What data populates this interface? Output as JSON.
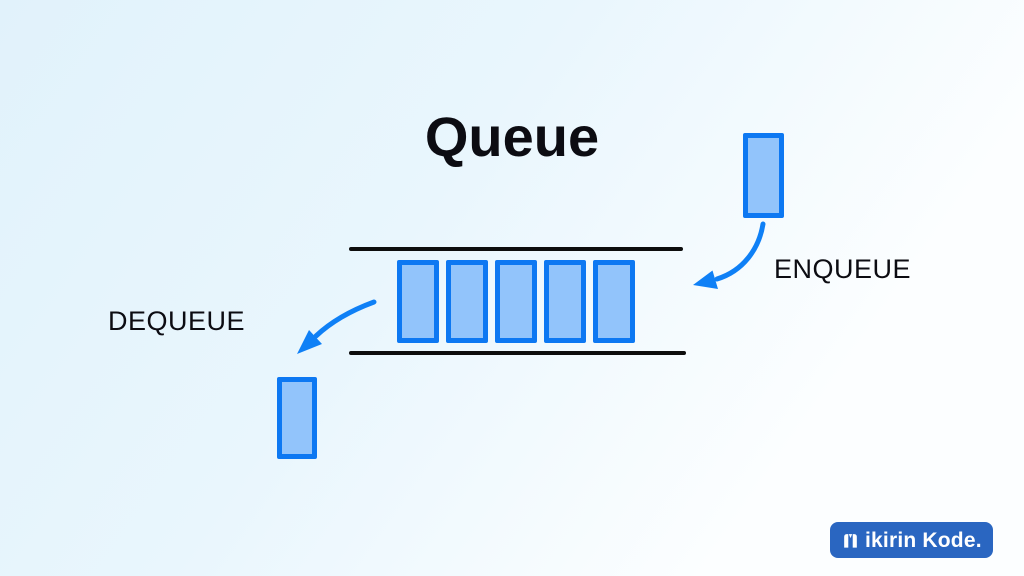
{
  "title": "Queue",
  "diagram": {
    "enqueue_label": "ENQUEUE",
    "dequeue_label": "DEQUEUE",
    "queue_item_count": 5,
    "enqueue_arrow_icon": "curved-arrow-down-left",
    "dequeue_arrow_icon": "curved-arrow-down-left"
  },
  "colors": {
    "background_start": "#e1f2fb",
    "background_end": "#fcfeff",
    "item_fill": "#92c4fb",
    "item_border": "#0d78f2",
    "arrow": "#0f80f6",
    "track_line": "#0d0d0d",
    "text": "#0c0c12",
    "logo_bg": "#2a66c1",
    "logo_text": "#ffffff"
  },
  "logo": {
    "brand": "Mikirin Kode.",
    "text_after_icon": "ikirin Kode."
  }
}
